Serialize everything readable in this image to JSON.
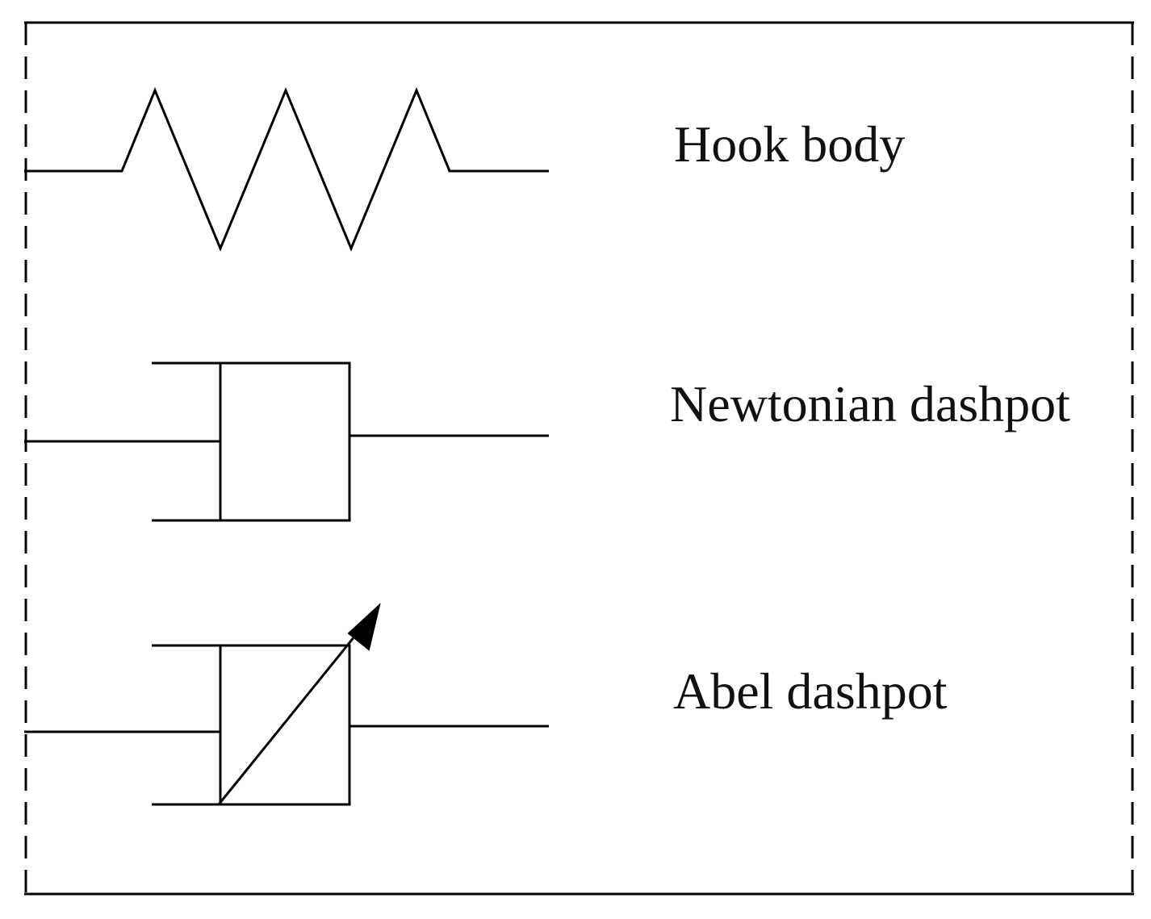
{
  "legend": {
    "items": [
      {
        "id": "hook",
        "label": "Hook body",
        "symbol": "spring"
      },
      {
        "id": "newtonian",
        "label": "Newtonian dashpot",
        "symbol": "dashpot"
      },
      {
        "id": "abel",
        "label": "Abel dashpot",
        "symbol": "variable-dashpot"
      }
    ]
  }
}
